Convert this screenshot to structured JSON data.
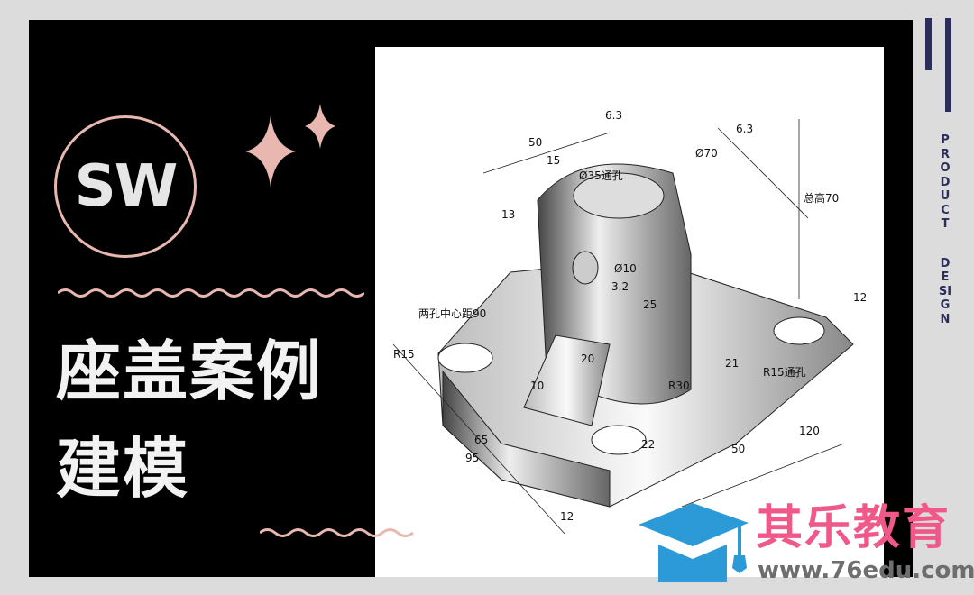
{
  "badge": {
    "text": "SW"
  },
  "title": {
    "line1": "座盖案例",
    "line2": "建模"
  },
  "side_text": {
    "word1": "PRODUCT",
    "word2": "DESIGN"
  },
  "brand": {
    "name": "其乐教育",
    "url": "www.76edu.com",
    "icon": "graduation-cap-icon"
  },
  "drawing": {
    "dimensions": [
      "50",
      "6.3",
      "Ø70",
      "6.3",
      "Ø35通孔",
      "15",
      "13",
      "总高70",
      "Ø10",
      "25",
      "3.2",
      "12",
      "两孔中心距90",
      "R15",
      "20",
      "10",
      "R30",
      "R15通孔",
      "21",
      "65",
      "95",
      "22",
      "50",
      "120",
      "12"
    ]
  },
  "colors": {
    "background": "#dcdcdc",
    "panel": "#000000",
    "accent_pink": "#e8b7b0",
    "brand_pink": "#f0588a",
    "brand_blue": "#2d9ad8",
    "navy": "#2b2d5a"
  }
}
